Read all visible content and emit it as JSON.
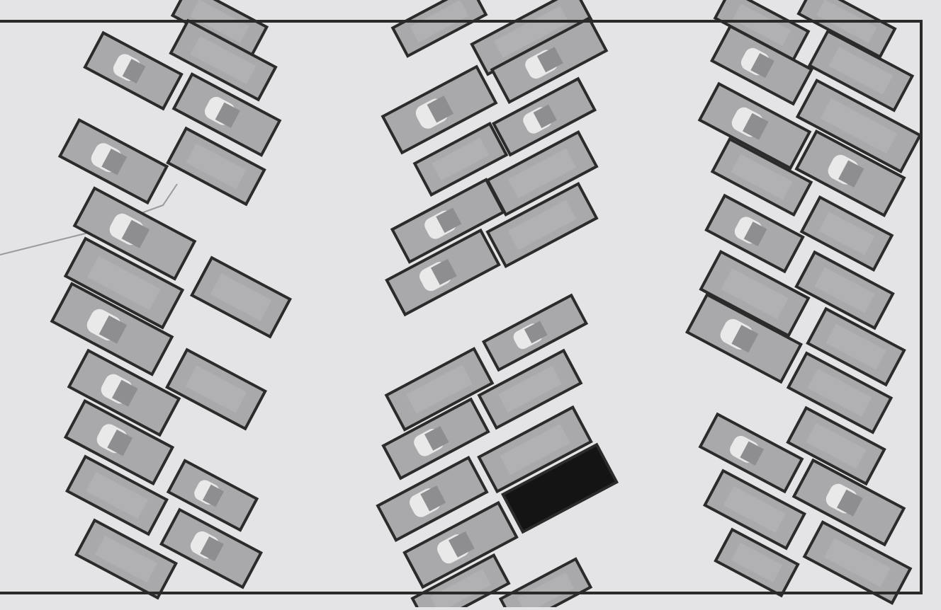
{
  "image": {
    "kind": "aerial grayscale view of a parking lot with detected vehicles",
    "colors": {
      "background": "#e4e4e6",
      "box_outline": "#2b2b2b",
      "box_fill": "#a9a9ab",
      "highlighted_box_fill": "#141414",
      "windshield": "#f4f4f4"
    },
    "columns": [
      "left",
      "middle",
      "right"
    ]
  }
}
